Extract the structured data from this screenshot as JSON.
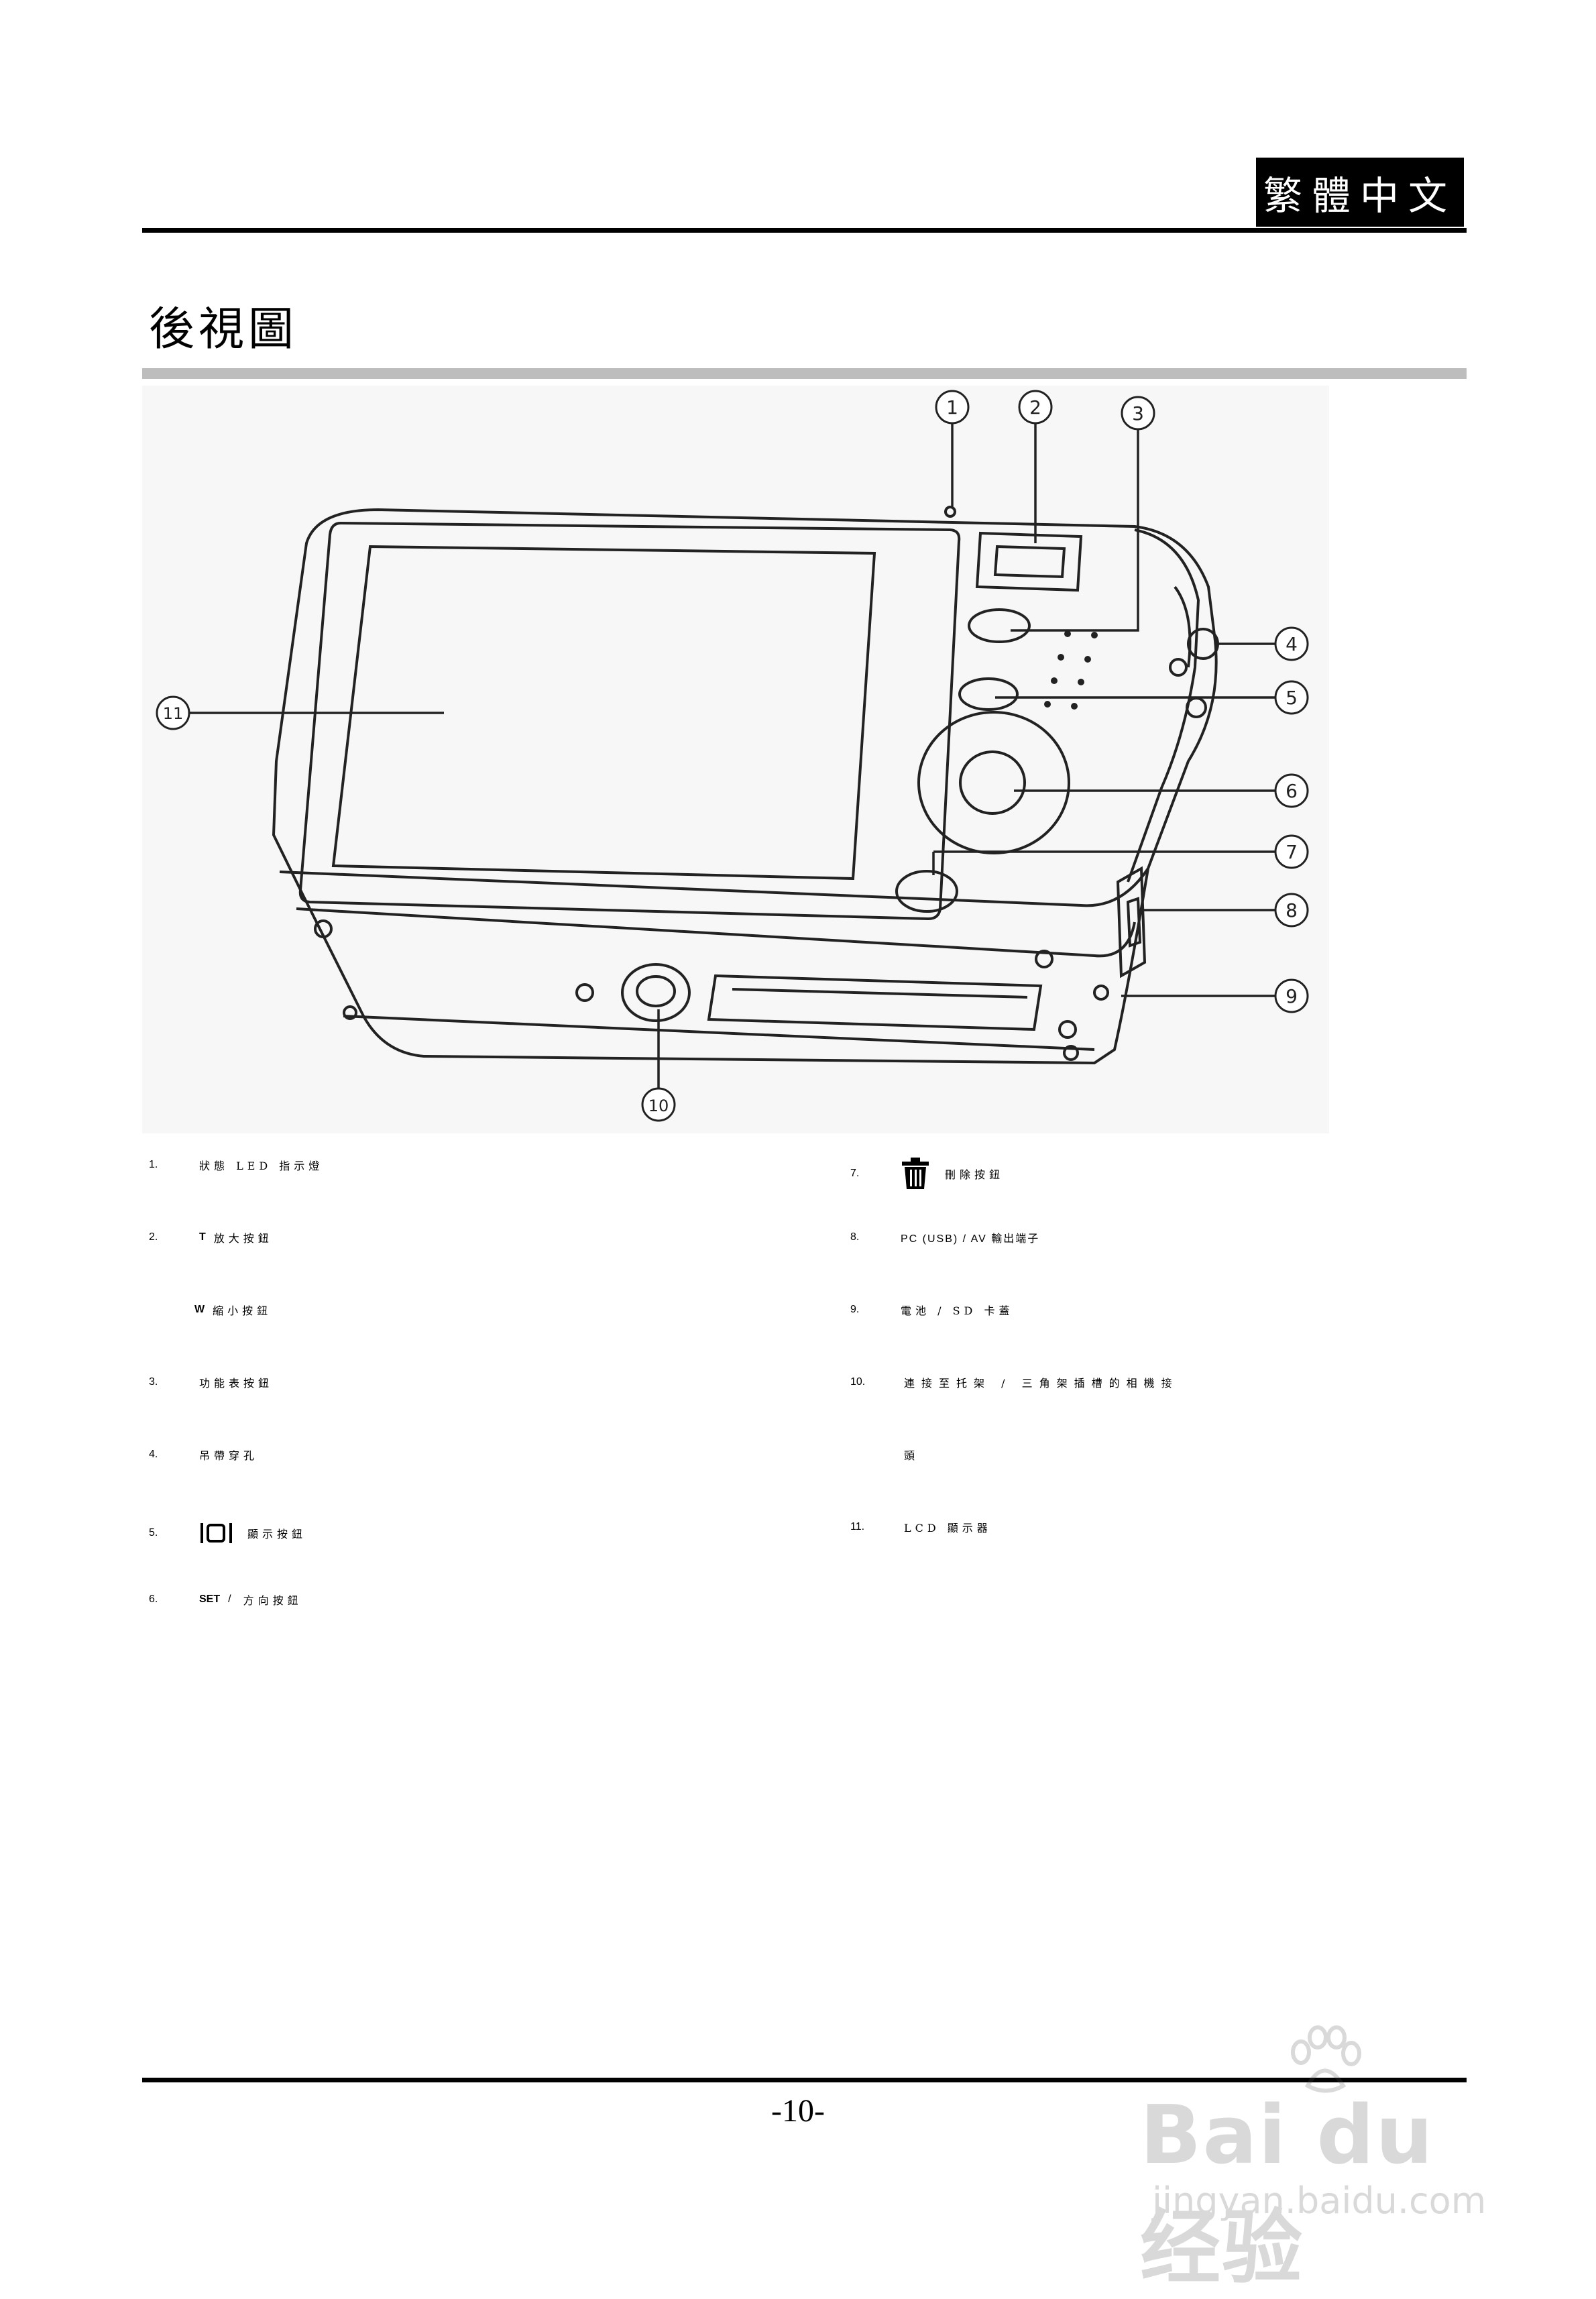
{
  "header": {
    "language_tab": "繁體中文"
  },
  "section": {
    "title": "後視圖"
  },
  "diagram": {
    "callouts": [
      "1",
      "2",
      "3",
      "4",
      "5",
      "6",
      "7",
      "8",
      "9",
      "10",
      "11"
    ]
  },
  "left_list": [
    {
      "num": "1.",
      "text": "狀態 LED 指示燈"
    },
    {
      "num": "2.",
      "key": "T",
      "text": "放大按鈕"
    },
    {
      "num": "",
      "key": "W",
      "text": "縮小按鈕"
    },
    {
      "num": "3.",
      "text": "功能表按鈕"
    },
    {
      "num": "4.",
      "text": "吊帶穿孔"
    },
    {
      "num": "5.",
      "icon": "display-mode-icon",
      "text": "顯示按鈕"
    },
    {
      "num": "6.",
      "key": "SET",
      "sep": "/",
      "text": "方向按鈕"
    }
  ],
  "right_list": [
    {
      "num": "7.",
      "icon": "trash-icon",
      "text": "刪除按鈕"
    },
    {
      "num": "8.",
      "text": "PC (USB) / AV 輸出端子"
    },
    {
      "num": "9.",
      "text": "電池 / SD 卡蓋"
    },
    {
      "num": "10.",
      "text": "連接至托架 / 三角架插槽的相機接"
    },
    {
      "num": "",
      "text": "頭"
    },
    {
      "num": "11.",
      "text": "LCD 顯示器"
    }
  ],
  "footer": {
    "page_number": "-10-"
  },
  "watermark": {
    "brand": "Bai du 经验",
    "url": "jingyan.baidu.com"
  }
}
